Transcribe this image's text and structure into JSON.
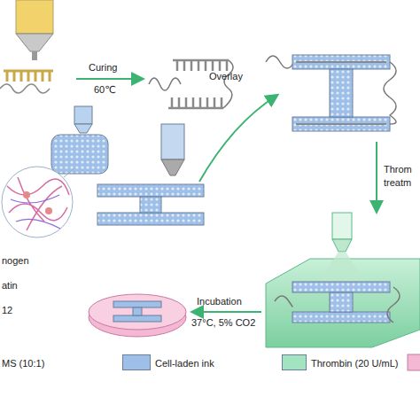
{
  "diagram": {
    "labels": [
      "Curing",
      "60℃",
      "Overlay",
      "Throm",
      "treatm",
      "nogen",
      "atin",
      "12",
      "Incubation",
      "37°C, 5% CO2"
    ],
    "legend": [
      {
        "text": "MS (10:1)"
      },
      {
        "text": "Cell-laden ink",
        "color": "#9dbfe8"
      },
      {
        "text": "Thrombin (20 U/mL)",
        "color": "#a3e4c0"
      }
    ]
  }
}
